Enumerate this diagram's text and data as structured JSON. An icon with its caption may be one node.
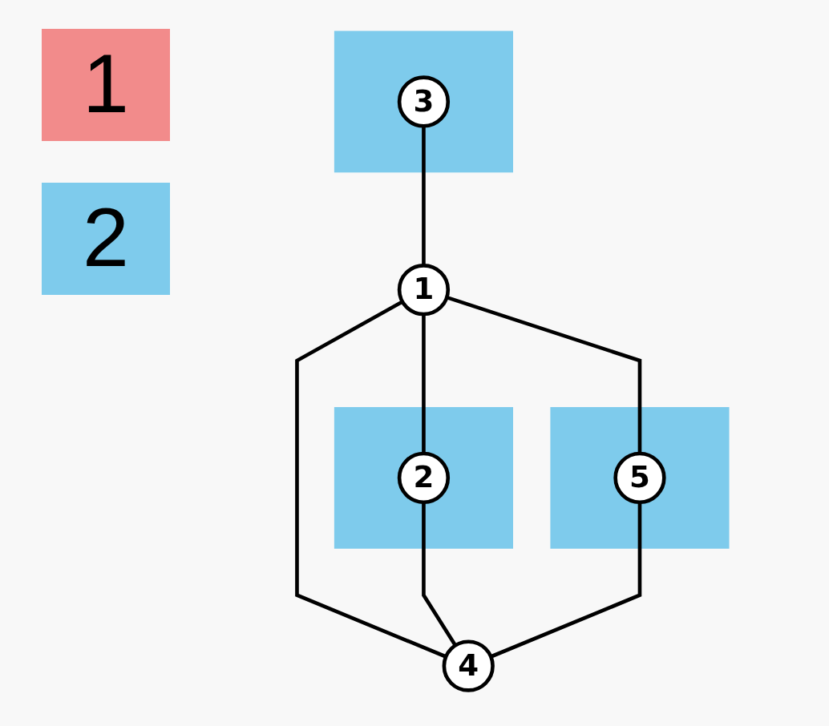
{
  "diagram": {
    "nodes": [
      {
        "text": [],
        "shape": "box"
      },
      {
        "text": [
          "3"
        ],
        "in": 0
      },
      {
        "text": [
          "1"
        ]
      },
      {
        "text": [],
        "shape": "box"
      },
      {
        "text": [
          "2"
        ],
        "in": 3
      },
      {
        "text": [],
        "shape": "box"
      },
      {
        "text": [
          "5"
        ],
        "in": 5
      },
      {
        "text": [
          "4"
        ]
      }
    ],
    "edges": [
      {
        "from": 1,
        "to": 2,
        "arrow": "none"
      },
      {
        "from": 2,
        "to": 4,
        "arrow": "none"
      },
      {
        "from": 2,
        "to": 6,
        "arrow": "none"
      },
      {
        "from": 2,
        "to": 7,
        "arrow": "none"
      },
      {
        "from": 4,
        "to": 7,
        "arrow": "none"
      },
      {
        "from": 6,
        "to": 7,
        "arrow": "none"
      }
    ],
    "legend": [
      {
        "text": "1",
        "color": "#f28b8b"
      },
      {
        "text": "2",
        "color": "#7ecbec"
      }
    ]
  }
}
